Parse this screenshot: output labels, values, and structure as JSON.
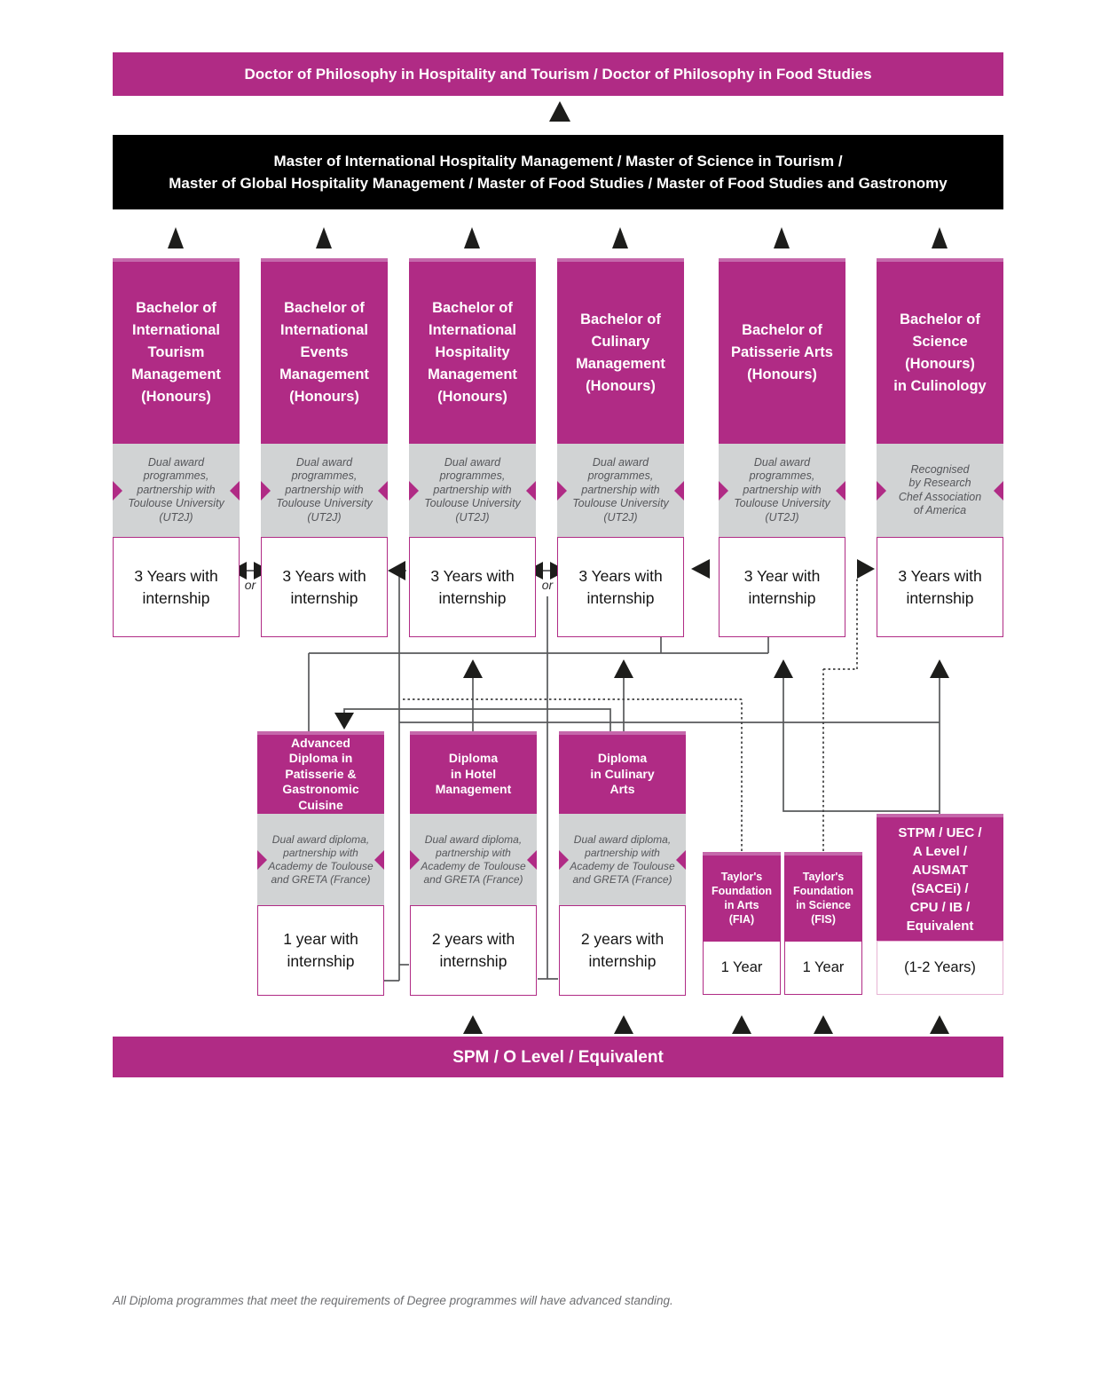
{
  "colors": {
    "magenta": "#b02b85",
    "banner_black": "#000000",
    "note_gray": "#d1d3d4",
    "note_text": "#55565a",
    "line": "#58595b",
    "arrow_black": "#1d1d1b",
    "foot_text": "#6d6e71"
  },
  "phd_banner": "Doctor of Philosophy in Hospitality and Tourism / Doctor of Philosophy in Food Studies",
  "master_banner": {
    "line1": "Master of International Hospitality Management / Master of Science in Tourism /",
    "line2": "Master of Global Hospitality Management / Master of Food Studies / Master of Food Studies and Gastronomy"
  },
  "spm_banner": "SPM / O Level / Equivalent",
  "or_label": "or",
  "bachelors": [
    {
      "title": "Bachelor of\nInternational\nTourism\nManagement\n(Honours)",
      "note": "Dual award\nprogrammes,\npartnership with\nToulouse University\n(UT2J)",
      "duration": "3 Years with\ninternship"
    },
    {
      "title": "Bachelor of\nInternational\nEvents\nManagement\n(Honours)",
      "note": "Dual award\nprogrammes,\npartnership with\nToulouse University\n(UT2J)",
      "duration": "3 Years with\ninternship"
    },
    {
      "title": "Bachelor of\nInternational\nHospitality\nManagement\n(Honours)",
      "note": "Dual award\nprogrammes,\npartnership with\nToulouse University\n(UT2J)",
      "duration": "3 Years with\ninternship"
    },
    {
      "title": "Bachelor of\nCulinary\nManagement\n(Honours)",
      "note": "Dual award\nprogrammes,\npartnership with\nToulouse University\n(UT2J)",
      "duration": "3 Years with\ninternship"
    },
    {
      "title": "Bachelor of\nPatisserie Arts\n(Honours)",
      "note": "Dual award\nprogrammes,\npartnership with\nToulouse University\n(UT2J)",
      "duration": "3 Year with\ninternship"
    },
    {
      "title": "Bachelor of\nScience\n(Honours)\nin Culinology",
      "note": "Recognised\nby Research\nChef Association\nof America",
      "duration": "3 Years with\ninternship"
    }
  ],
  "diplomas": [
    {
      "title": "Advanced\nDiploma in\nPatisserie &\nGastronomic\nCuisine",
      "note": "Dual award diploma,\npartnership with\nAcademy de Toulouse\nand GRETA (France)",
      "duration": "1 year with\ninternship"
    },
    {
      "title": "Diploma\nin Hotel\nManagement",
      "note": "Dual award diploma,\npartnership with\nAcademy de Toulouse\nand GRETA (France)",
      "duration": "2 years with\ninternship"
    },
    {
      "title": "Diploma\nin Culinary\nArts",
      "note": "Dual award diploma,\npartnership with\nAcademy de Toulouse\nand GRETA (France)",
      "duration": "2 years with\ninternship"
    }
  ],
  "foundations": [
    {
      "title": "Taylor's\nFoundation\nin Arts\n(FIA)",
      "duration": "1 Year"
    },
    {
      "title": "Taylor's\nFoundation\nin Science\n(FIS)",
      "duration": "1 Year"
    },
    {
      "title": "STPM / UEC /\nA Level /\nAUSMAT\n(SACEi) /\nCPU / IB /\nEquivalent",
      "duration": "(1-2 Years)"
    }
  ],
  "footnote": "All Diploma programmes that meet the requirements of Degree programmes will have advanced standing."
}
